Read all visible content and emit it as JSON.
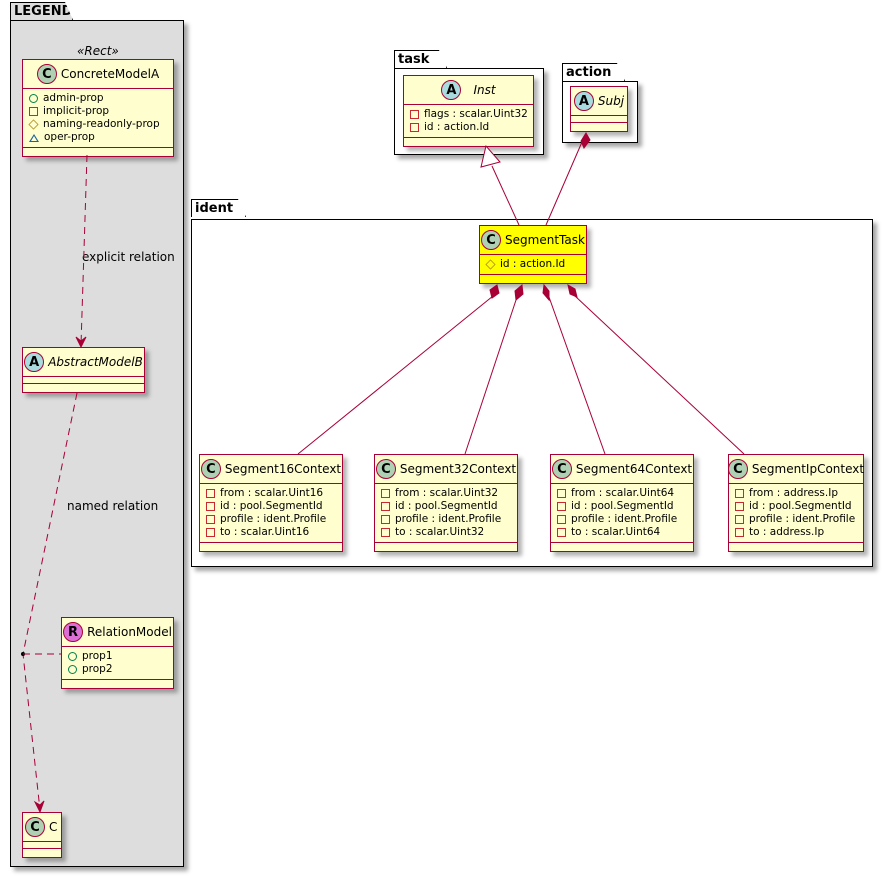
{
  "legend": {
    "package_name": "LEGEND",
    "stereotype": "«Rect»",
    "classes": {
      "concrete": {
        "kind": "C",
        "name": "ConcreteModelA",
        "attributes": [
          {
            "visibility": "public",
            "text": "admin-prop"
          },
          {
            "visibility": "private",
            "text": "implicit-prop"
          },
          {
            "visibility": "protected",
            "text": "naming-readonly-prop"
          },
          {
            "visibility": "package",
            "text": "oper-prop"
          }
        ]
      },
      "abstract": {
        "kind": "A",
        "name": "AbstractModelB"
      },
      "relation": {
        "kind": "R",
        "name": "RelationModel",
        "attributes": [
          {
            "visibility": "public",
            "text": "prop1"
          },
          {
            "visibility": "public",
            "text": "prop2"
          }
        ]
      },
      "c": {
        "kind": "C",
        "name": "C"
      }
    },
    "relations": {
      "explicit": "explicit relation",
      "named": "named relation"
    }
  },
  "packages": {
    "task": {
      "name": "task",
      "class": {
        "kind": "A",
        "name": "Inst",
        "attributes": [
          {
            "visibility": "private",
            "text": "flags : scalar.Uint32"
          },
          {
            "visibility": "private",
            "text": "id : action.Id"
          }
        ]
      }
    },
    "action": {
      "name": "action",
      "class": {
        "kind": "A",
        "name": "Subj"
      }
    },
    "ident": {
      "name": "ident",
      "segment_task": {
        "kind": "C",
        "name": "SegmentTask",
        "attributes": [
          {
            "visibility": "protected",
            "text": "id : action.Id"
          }
        ],
        "highlight_color": "#ffff00"
      },
      "contexts": [
        {
          "kind": "C",
          "name": "Segment16Context",
          "attributes": [
            {
              "visibility": "private",
              "text": "from : scalar.Uint16"
            },
            {
              "visibility": "private",
              "text": "id : pool.SegmentId"
            },
            {
              "visibility": "private",
              "text": "profile : ident.Profile"
            },
            {
              "visibility": "private",
              "text": "to : scalar.Uint16"
            }
          ]
        },
        {
          "kind": "C",
          "name": "Segment32Context",
          "attributes": [
            {
              "visibility": "private",
              "text": "from : scalar.Uint32"
            },
            {
              "visibility": "private",
              "text": "id : pool.SegmentId"
            },
            {
              "visibility": "private",
              "text": "profile : ident.Profile"
            },
            {
              "visibility": "private",
              "text": "to : scalar.Uint32"
            }
          ]
        },
        {
          "kind": "C",
          "name": "Segment64Context",
          "attributes": [
            {
              "visibility": "private",
              "text": "from : scalar.Uint64"
            },
            {
              "visibility": "private",
              "text": "id : pool.SegmentId"
            },
            {
              "visibility": "private",
              "text": "profile : ident.Profile"
            },
            {
              "visibility": "private",
              "text": "to : scalar.Uint64"
            }
          ]
        },
        {
          "kind": "C",
          "name": "SegmentIpContext",
          "attributes": [
            {
              "visibility": "private",
              "text": "from : address.Ip"
            },
            {
              "visibility": "private",
              "text": "id : pool.SegmentId"
            },
            {
              "visibility": "private",
              "text": "profile : ident.Profile"
            },
            {
              "visibility": "private",
              "text": "to : address.Ip"
            }
          ]
        }
      ]
    }
  },
  "colors": {
    "class_fill": "#fefece",
    "class_border": "#a80036",
    "legend_fill": "#dddddd",
    "highlight": "#ffff00"
  }
}
